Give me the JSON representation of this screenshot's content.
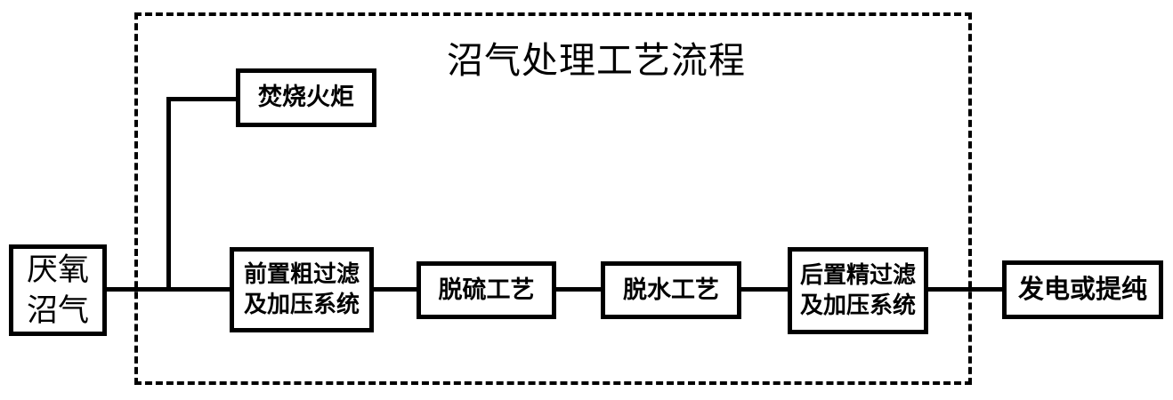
{
  "diagram": {
    "title": "沼气处理工艺流程",
    "nodes": {
      "anaerobic_biogas": {
        "line1": "厌氧",
        "line2": "沼气"
      },
      "flare": {
        "label": "焚烧火炬"
      },
      "pre_filter": {
        "line1": "前置粗过滤",
        "line2": "及加压系统"
      },
      "desulfurization": {
        "label": "脱硫工艺"
      },
      "dehydration": {
        "label": "脱水工艺"
      },
      "post_filter": {
        "line1": "后置精过滤",
        "line2": "及加压系统"
      },
      "output": {
        "label": "发电或提纯"
      }
    },
    "edges": [
      {
        "from": "厌氧沼气",
        "to": "前置粗过滤及加压系统"
      },
      {
        "from": "厌氧沼气",
        "to": "焚烧火炬"
      },
      {
        "from": "前置粗过滤及加压系统",
        "to": "脱硫工艺"
      },
      {
        "from": "脱硫工艺",
        "to": "脱水工艺"
      },
      {
        "from": "脱水工艺",
        "to": "后置精过滤及加压系统"
      },
      {
        "from": "后置精过滤及加压系统",
        "to": "发电或提纯"
      }
    ],
    "colors": {
      "line": "#000000",
      "background": "#ffffff",
      "text": "#000000"
    }
  }
}
